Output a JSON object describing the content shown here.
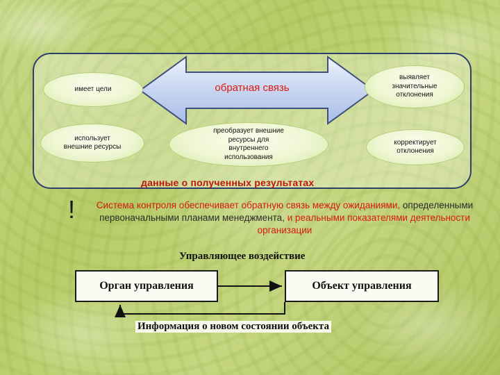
{
  "feedback": {
    "arrow_label": "обратная связь",
    "left_top": "имеет цели",
    "left_bottom": "использует внешние ресурсы",
    "center_bottom": "преобразует внешние ресурсы для внутреннего использования",
    "right_top": "выявляет значительные отклонения",
    "right_bottom": "корректирует отклонения",
    "results_label": "данные о полученных результатах"
  },
  "note": {
    "mark": "!",
    "part1": "Система контроля обеспечивает обратную связь между ожиданиями,",
    "part2": "определенными первоначальными планами менеджмента,",
    "part3": "и реальными показателями деятельности организации"
  },
  "control": {
    "top_label": "Управляющее воздействие",
    "left_box": "Орган управления",
    "right_box": "Объект управления",
    "bottom_label": "Информация о новом состоянии объекта"
  },
  "colors": {
    "accent_red": "#e0180c",
    "arrow_fill": "#c9d7f2",
    "frame": "#2c3e6b"
  }
}
